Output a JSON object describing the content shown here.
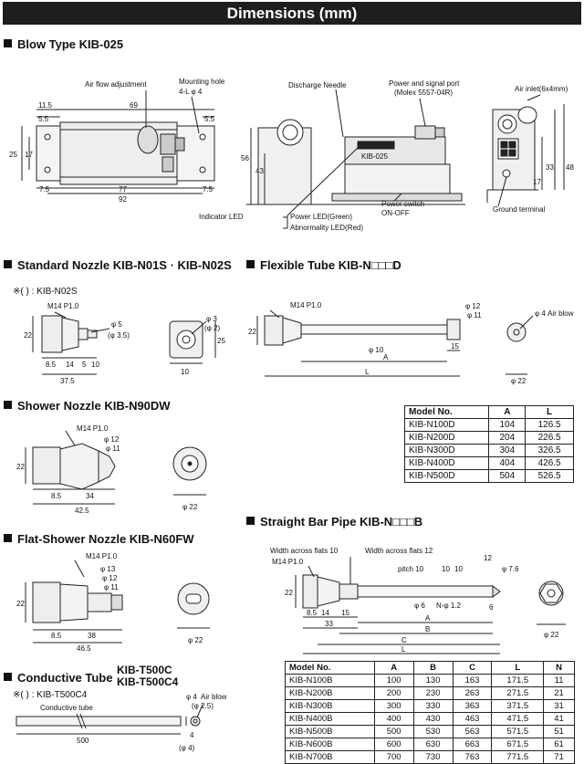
{
  "title": "Dimensions (mm)",
  "sections": {
    "blow": "Blow Type   KIB-025",
    "standard": "Standard Nozzle KIB-N01S · KIB-N02S",
    "flexible": "Flexible Tube KIB-N□□□D",
    "shower": "Shower Nozzle KIB-N90DW",
    "flat": "Flat-Shower Nozzle KIB-N60FW",
    "straight": "Straight Bar Pipe  KIB-N□□□B",
    "conductive_1": "Conductive Tube",
    "conductive_2a": "KIB-T500C",
    "conductive_2b": "KIB-T500C4"
  },
  "notes": {
    "standard": "※( ) : KIB-N02S",
    "conductive": "※( ) : KIB-T500C4"
  },
  "labels": {
    "air_flow": "Air flow adjustment",
    "mounting_hole": "Mounting hole",
    "mounting_hole_size": "4-L φ 4",
    "discharge_needle": "Discharge Needle",
    "power_port": "Power and signal port",
    "molex": "(Molex 5557-04R)",
    "air_inlet": "Air inlet(6x4mm)",
    "indicator_led": "Indicator LED",
    "power_led": "Power LED(Green)",
    "abnormal_led": "Abnormality LED(Red)",
    "power_switch": "Power switch",
    "on_off": "ON-OFF",
    "ground_terminal": "Ground terminal",
    "model_on_unit": "KIB-025",
    "m14": "M14 P1.0",
    "phi5": "φ 5",
    "phi35": "(φ 3.5)",
    "phi3": "φ 3",
    "phi2": "(φ 2)",
    "phi12": "φ 12",
    "phi11": "φ 11",
    "phi13": "φ 13",
    "phi10": "φ 10",
    "phi22": "φ 22",
    "phi4_air": "φ 4 Air blow",
    "phi4": "φ 4",
    "phi25": "(φ 2.5)",
    "air_blow": "Air blow",
    "phi6": "φ 6",
    "phi76": "φ 7.6",
    "n_phi12": "N-φ 1.2",
    "pitch": "pitch 10",
    "waf10": "Width across flats 10",
    "waf12": "Width across flats 12",
    "conductive_tube": "Conductive tube",
    "paren4": "(φ 4)",
    "dim_a": "A",
    "dim_b": "B",
    "dim_c": "C",
    "dim_l": "L",
    "d_115": "11.5",
    "d_69": "69",
    "d_55": "5.5",
    "d_77": "77",
    "d_92": "92",
    "d_75": "7.5",
    "d_25": "25",
    "d_17": "17",
    "d_56": "56",
    "d_43": "43",
    "d_48": "48",
    "d_33": "33",
    "d_22": "22",
    "d_85": "8.5",
    "d_14": "14",
    "d_5": "5",
    "d_10": "10",
    "d_375": "37.5",
    "d_15": "15",
    "d_34": "34",
    "d_425": "42.5",
    "d_38": "38",
    "d_465": "46.5",
    "d_12": "12",
    "d_6": "6",
    "d_500": "500",
    "d_4": "4"
  },
  "flex_table": {
    "headers": [
      "Model No.",
      "A",
      "L"
    ],
    "rows": [
      [
        "KIB-N100D",
        "104",
        "126.5"
      ],
      [
        "KIB-N200D",
        "204",
        "226.5"
      ],
      [
        "KIB-N300D",
        "304",
        "326.5"
      ],
      [
        "KIB-N400D",
        "404",
        "426.5"
      ],
      [
        "KIB-N500D",
        "504",
        "526.5"
      ]
    ]
  },
  "bar_table": {
    "headers": [
      "Model No.",
      "A",
      "B",
      "C",
      "L",
      "N"
    ],
    "rows": [
      [
        "KIB-N100B",
        "100",
        "130",
        "163",
        "171.5",
        "11"
      ],
      [
        "KIB-N200B",
        "200",
        "230",
        "263",
        "271.5",
        "21"
      ],
      [
        "KIB-N300B",
        "300",
        "330",
        "363",
        "371.5",
        "31"
      ],
      [
        "KIB-N400B",
        "400",
        "430",
        "463",
        "471.5",
        "41"
      ],
      [
        "KIB-N500B",
        "500",
        "530",
        "563",
        "571.5",
        "51"
      ],
      [
        "KIB-N600B",
        "600",
        "630",
        "663",
        "671.5",
        "61"
      ],
      [
        "KIB-N700B",
        "700",
        "730",
        "763",
        "771.5",
        "71"
      ]
    ]
  }
}
